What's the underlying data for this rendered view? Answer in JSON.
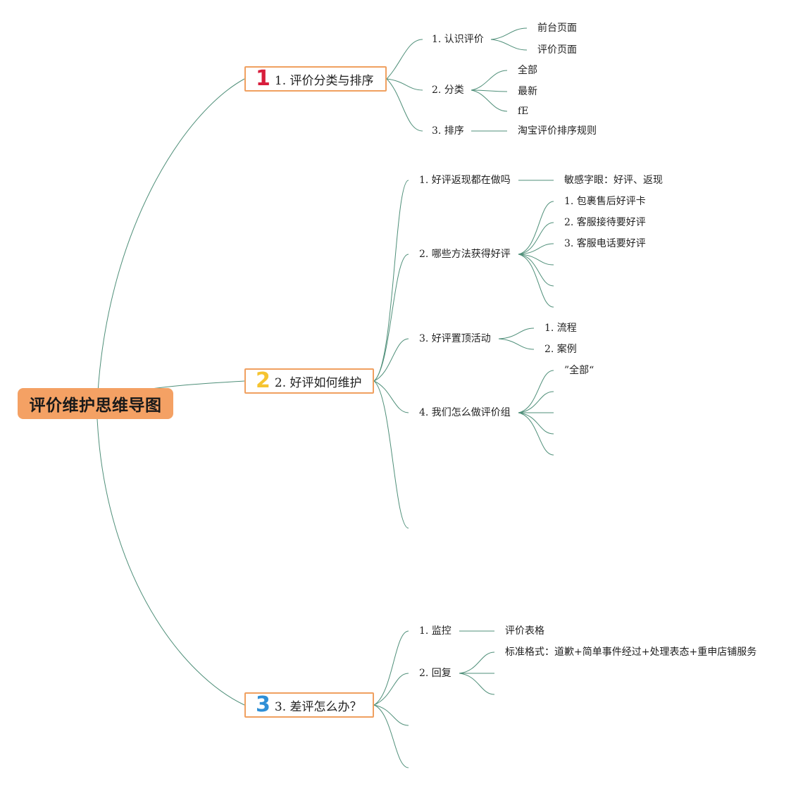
{
  "mindmap": {
    "root": {
      "title": "评价维护思维导图"
    },
    "colors": {
      "root_fill": "#f4a164",
      "branch_border": "#f0a060",
      "edge": "#4f8f79",
      "num1": "#d81e3c",
      "num2": "#f5c431",
      "num3": "#2f8fd6"
    },
    "branches": [
      {
        "number": "1",
        "title": "1. 评价分类与排序",
        "topics": [
          {
            "label": "1. 认识评价",
            "children": [
              "前台页面",
              "评价页面"
            ]
          },
          {
            "label": "2. 分类",
            "children": [
              "全部",
              "最新",
              "fE"
            ]
          },
          {
            "label": "3. 排序",
            "children": [
              "淘宝评价排序规则"
            ]
          }
        ]
      },
      {
        "number": "2",
        "title": "2. 好评如何维护",
        "topics": [
          {
            "label": "1. 好评返现都在做吗",
            "children": [
              "敏感字眼：好评、返现"
            ]
          },
          {
            "label": "2. 哪些方法获得好评",
            "children": [
              "1. 包裹售后好评卡",
              "2. 客服接待要好评",
              "3. 客服电话要好评"
            ]
          },
          {
            "label": "3. 好评置顶活动",
            "children": [
              "1. 流程",
              "2. 案例"
            ]
          },
          {
            "label": "4. 我们怎么做评价组",
            "children": [
              "”全部“"
            ]
          }
        ]
      },
      {
        "number": "3",
        "title": "3. 差评怎么办？",
        "topics": [
          {
            "label": "1. 监控",
            "children": [
              "评价表格"
            ]
          },
          {
            "label": "2. 回复",
            "children": [
              "标准格式：道歉+简单事件经过+处理表态+重申店铺服务"
            ]
          }
        ]
      }
    ]
  }
}
